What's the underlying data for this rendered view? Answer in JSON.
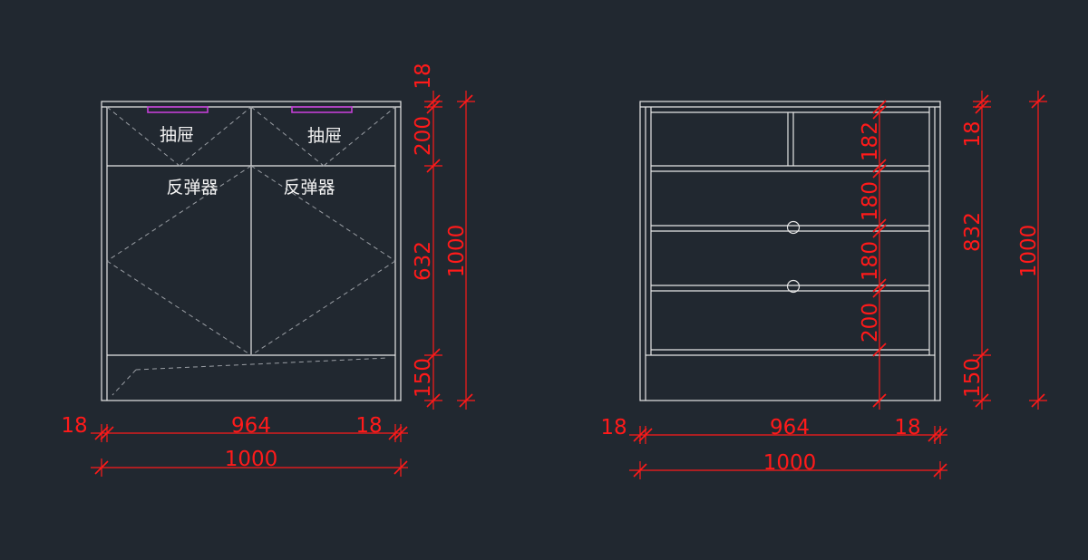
{
  "colors": {
    "background": "#212830",
    "line": "#e6e6e6",
    "dimension": "#ff1a1a",
    "handle": "#c23fd6"
  },
  "left": {
    "labels": {
      "drawer_left": "抽屉",
      "drawer_right": "抽屉",
      "rebounder_left": "反弹器",
      "rebounder_right": "反弹器"
    },
    "dims_h": {
      "side_left": "18",
      "inner": "964",
      "side_right": "18",
      "total": "1000"
    },
    "dims_v": {
      "top": "18",
      "drawer": "200",
      "door": "632",
      "base": "150",
      "total": "1000"
    }
  },
  "right": {
    "dims_h": {
      "side_left": "18",
      "inner": "964",
      "side_right": "18",
      "total": "1000"
    },
    "dims_v_inner": {
      "a": "182",
      "b": "180",
      "c": "180",
      "d": "200",
      "base": "150"
    },
    "dims_v_outer": {
      "top": "18",
      "body": "832",
      "total": "1000"
    }
  }
}
